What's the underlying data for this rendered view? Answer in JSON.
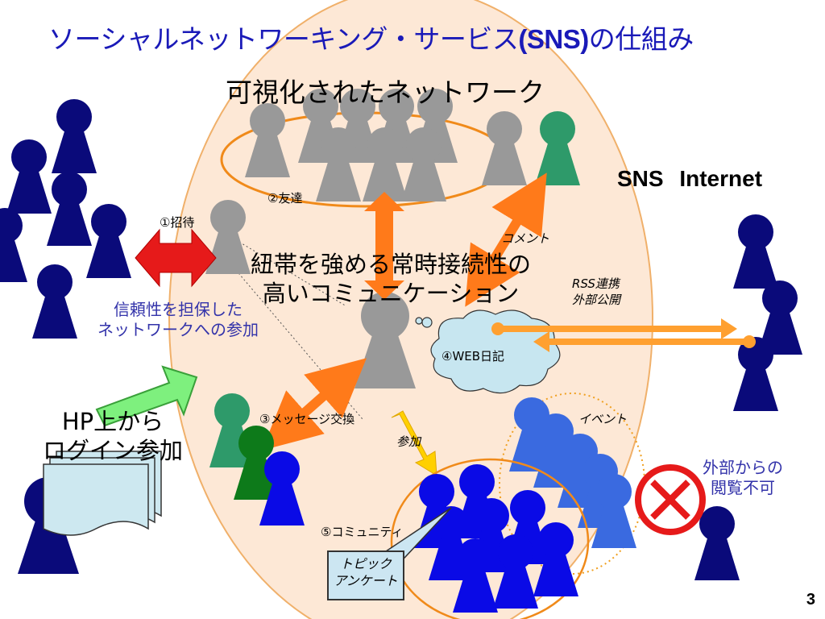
{
  "title_main": "ソーシャルネットワーキング・サービス",
  "title_sns": "(SNS)",
  "title_tail": "の仕組み",
  "visualized_network": "可視化されたネットワーク",
  "sns_internet": "SNS Internet",
  "center_text_line1": "紐帯を強める常時接続性の",
  "center_text_line2": "高いコミュニケーション",
  "label_invite": "①招待",
  "label_friends": "②友達",
  "label_message": "③メッセージ交換",
  "label_blog": "④WEB日記",
  "label_community": "⑤コミュニティ",
  "label_comment": "コメント",
  "label_rss_line1": "RSS連携",
  "label_rss_line2": "外部公開",
  "label_join": "参加",
  "label_event": "イベント",
  "trusted_line1": "信頼性を担保した",
  "trusted_line2": "ネットワークへの参加",
  "hp_line1": "HP上から",
  "hp_line2": "ログイン参加",
  "external_line1": "外部からの",
  "external_line2": "閲覧不可",
  "topic_line1": "トピック",
  "topic_line2": "アンケート",
  "page_number": "3",
  "colors": {
    "title": "#1a1ab8",
    "navy_person": "#0a0a7a",
    "gray_person": "#999999",
    "teal_person": "#2e9a6a",
    "green_person": "#0d7a1a",
    "blue_person": "#0a0ae6",
    "light_blue_person": "#3a6ae0",
    "orange_arrow": "#ff7a1a",
    "red_arrow": "#e61a1a",
    "ellipse_fill": "#fde8d6"
  }
}
